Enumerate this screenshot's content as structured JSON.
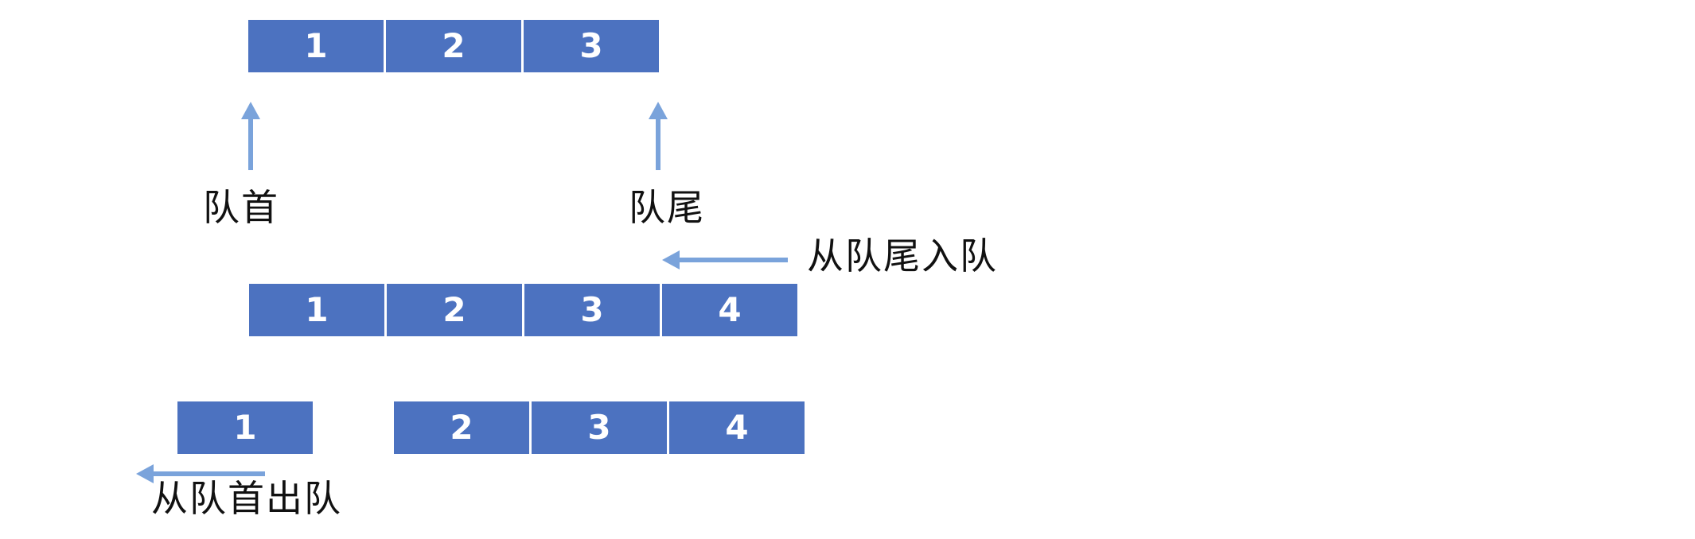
{
  "diagram_title": "queue-fifo-structure",
  "colors": {
    "box_fill": "#4C72C0",
    "box_text": "#ffffff",
    "arrow": "#7AA3DB",
    "label_text": "#111111",
    "background": "#ffffff"
  },
  "queues": {
    "initial": [
      "1",
      "2",
      "3"
    ],
    "after_enqueue": [
      "1",
      "2",
      "3",
      "4"
    ],
    "dequeued_element": [
      "1"
    ],
    "remaining_after_dequeue": [
      "2",
      "3",
      "4"
    ]
  },
  "labels": {
    "front_pointer": "队首",
    "rear_pointer": "队尾",
    "enqueue_action": "从队尾入队",
    "dequeue_action": "从队首出队"
  }
}
